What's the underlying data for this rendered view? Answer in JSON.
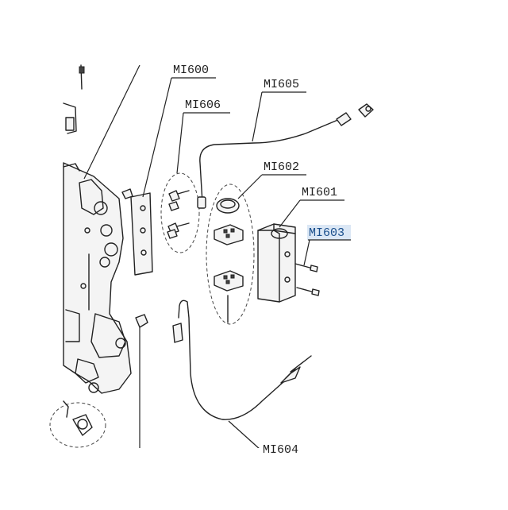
{
  "labels": {
    "mi600": "MI600",
    "mi606": "MI606",
    "mi605": "MI605",
    "mi602": "MI602",
    "mi601": "MI601",
    "mi603": "MI603",
    "mi604": "MI604"
  },
  "colors": {
    "line": "#222222",
    "highlight": "#1a4f8c",
    "highlight_bg": "#dbe7f5"
  }
}
